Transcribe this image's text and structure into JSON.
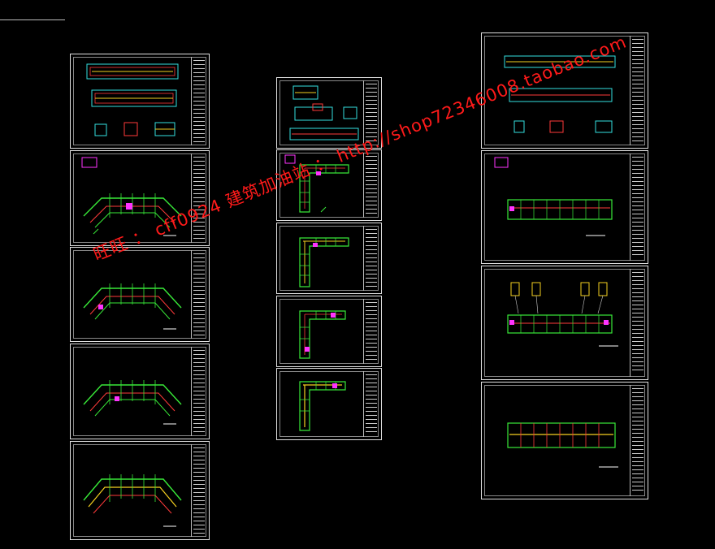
{
  "watermark": {
    "text": "旺旺 ： cff0924 建筑加油站 ： http://shop72346008.taobao.com"
  },
  "colors": {
    "background": "#000000",
    "sheet_border": "#e0e0e0",
    "plan_green": "#38e838",
    "plan_red": "#ff3a3a",
    "plan_yellow": "#f5d020",
    "plan_magenta": "#ff33ff",
    "elev_cyan": "#33e0e0",
    "watermark_red": "#ff1a1a"
  },
  "columns": [
    {
      "name": "left-column",
      "sheets": [
        "elevations",
        "plan-curved-1",
        "plan-curved-2",
        "plan-curved-3",
        "plan-curved-4"
      ]
    },
    {
      "name": "middle-column",
      "sheets": [
        "elevations-small",
        "plan-L-1",
        "plan-L-2",
        "plan-L-3",
        "plan-L-4"
      ]
    },
    {
      "name": "right-column",
      "sheets": [
        "elevations-long",
        "plan-linear-1",
        "plan-linear-2",
        "plan-linear-3"
      ]
    }
  ]
}
